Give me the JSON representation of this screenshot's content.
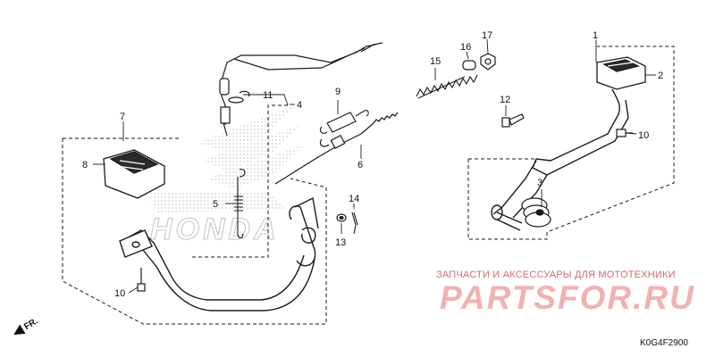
{
  "diagram": {
    "callouts": [
      {
        "id": "c1",
        "text": "1"
      },
      {
        "id": "c2",
        "text": "2"
      },
      {
        "id": "c3",
        "text": "3"
      },
      {
        "id": "c4",
        "text": "4"
      },
      {
        "id": "c5",
        "text": "5"
      },
      {
        "id": "c6",
        "text": "6"
      },
      {
        "id": "c7",
        "text": "7"
      },
      {
        "id": "c8",
        "text": "8"
      },
      {
        "id": "c9",
        "text": "9"
      },
      {
        "id": "c10a",
        "text": "10"
      },
      {
        "id": "c10b",
        "text": "10"
      },
      {
        "id": "c11",
        "text": "11"
      },
      {
        "id": "c12",
        "text": "12"
      },
      {
        "id": "c13",
        "text": "13"
      },
      {
        "id": "c14",
        "text": "14"
      },
      {
        "id": "c15",
        "text": "15"
      },
      {
        "id": "c16",
        "text": "16"
      },
      {
        "id": "c17",
        "text": "17"
      }
    ],
    "background_logo_text": "HONDA",
    "front_indicator": "FR.",
    "diagram_code": "K0G4F2900"
  },
  "watermark": {
    "tagline": "ЗАПЧАСТИ И АКСЕССУАРЫ ДЛЯ МОТОТЕХНИКИ",
    "brand": "PARTSFOR.RU"
  },
  "colors": {
    "line": "#1a1a1a",
    "logo_dots": "#c9c9c9",
    "watermark_text": "#d46a6a",
    "watermark_brand": "#f2b1b1"
  }
}
